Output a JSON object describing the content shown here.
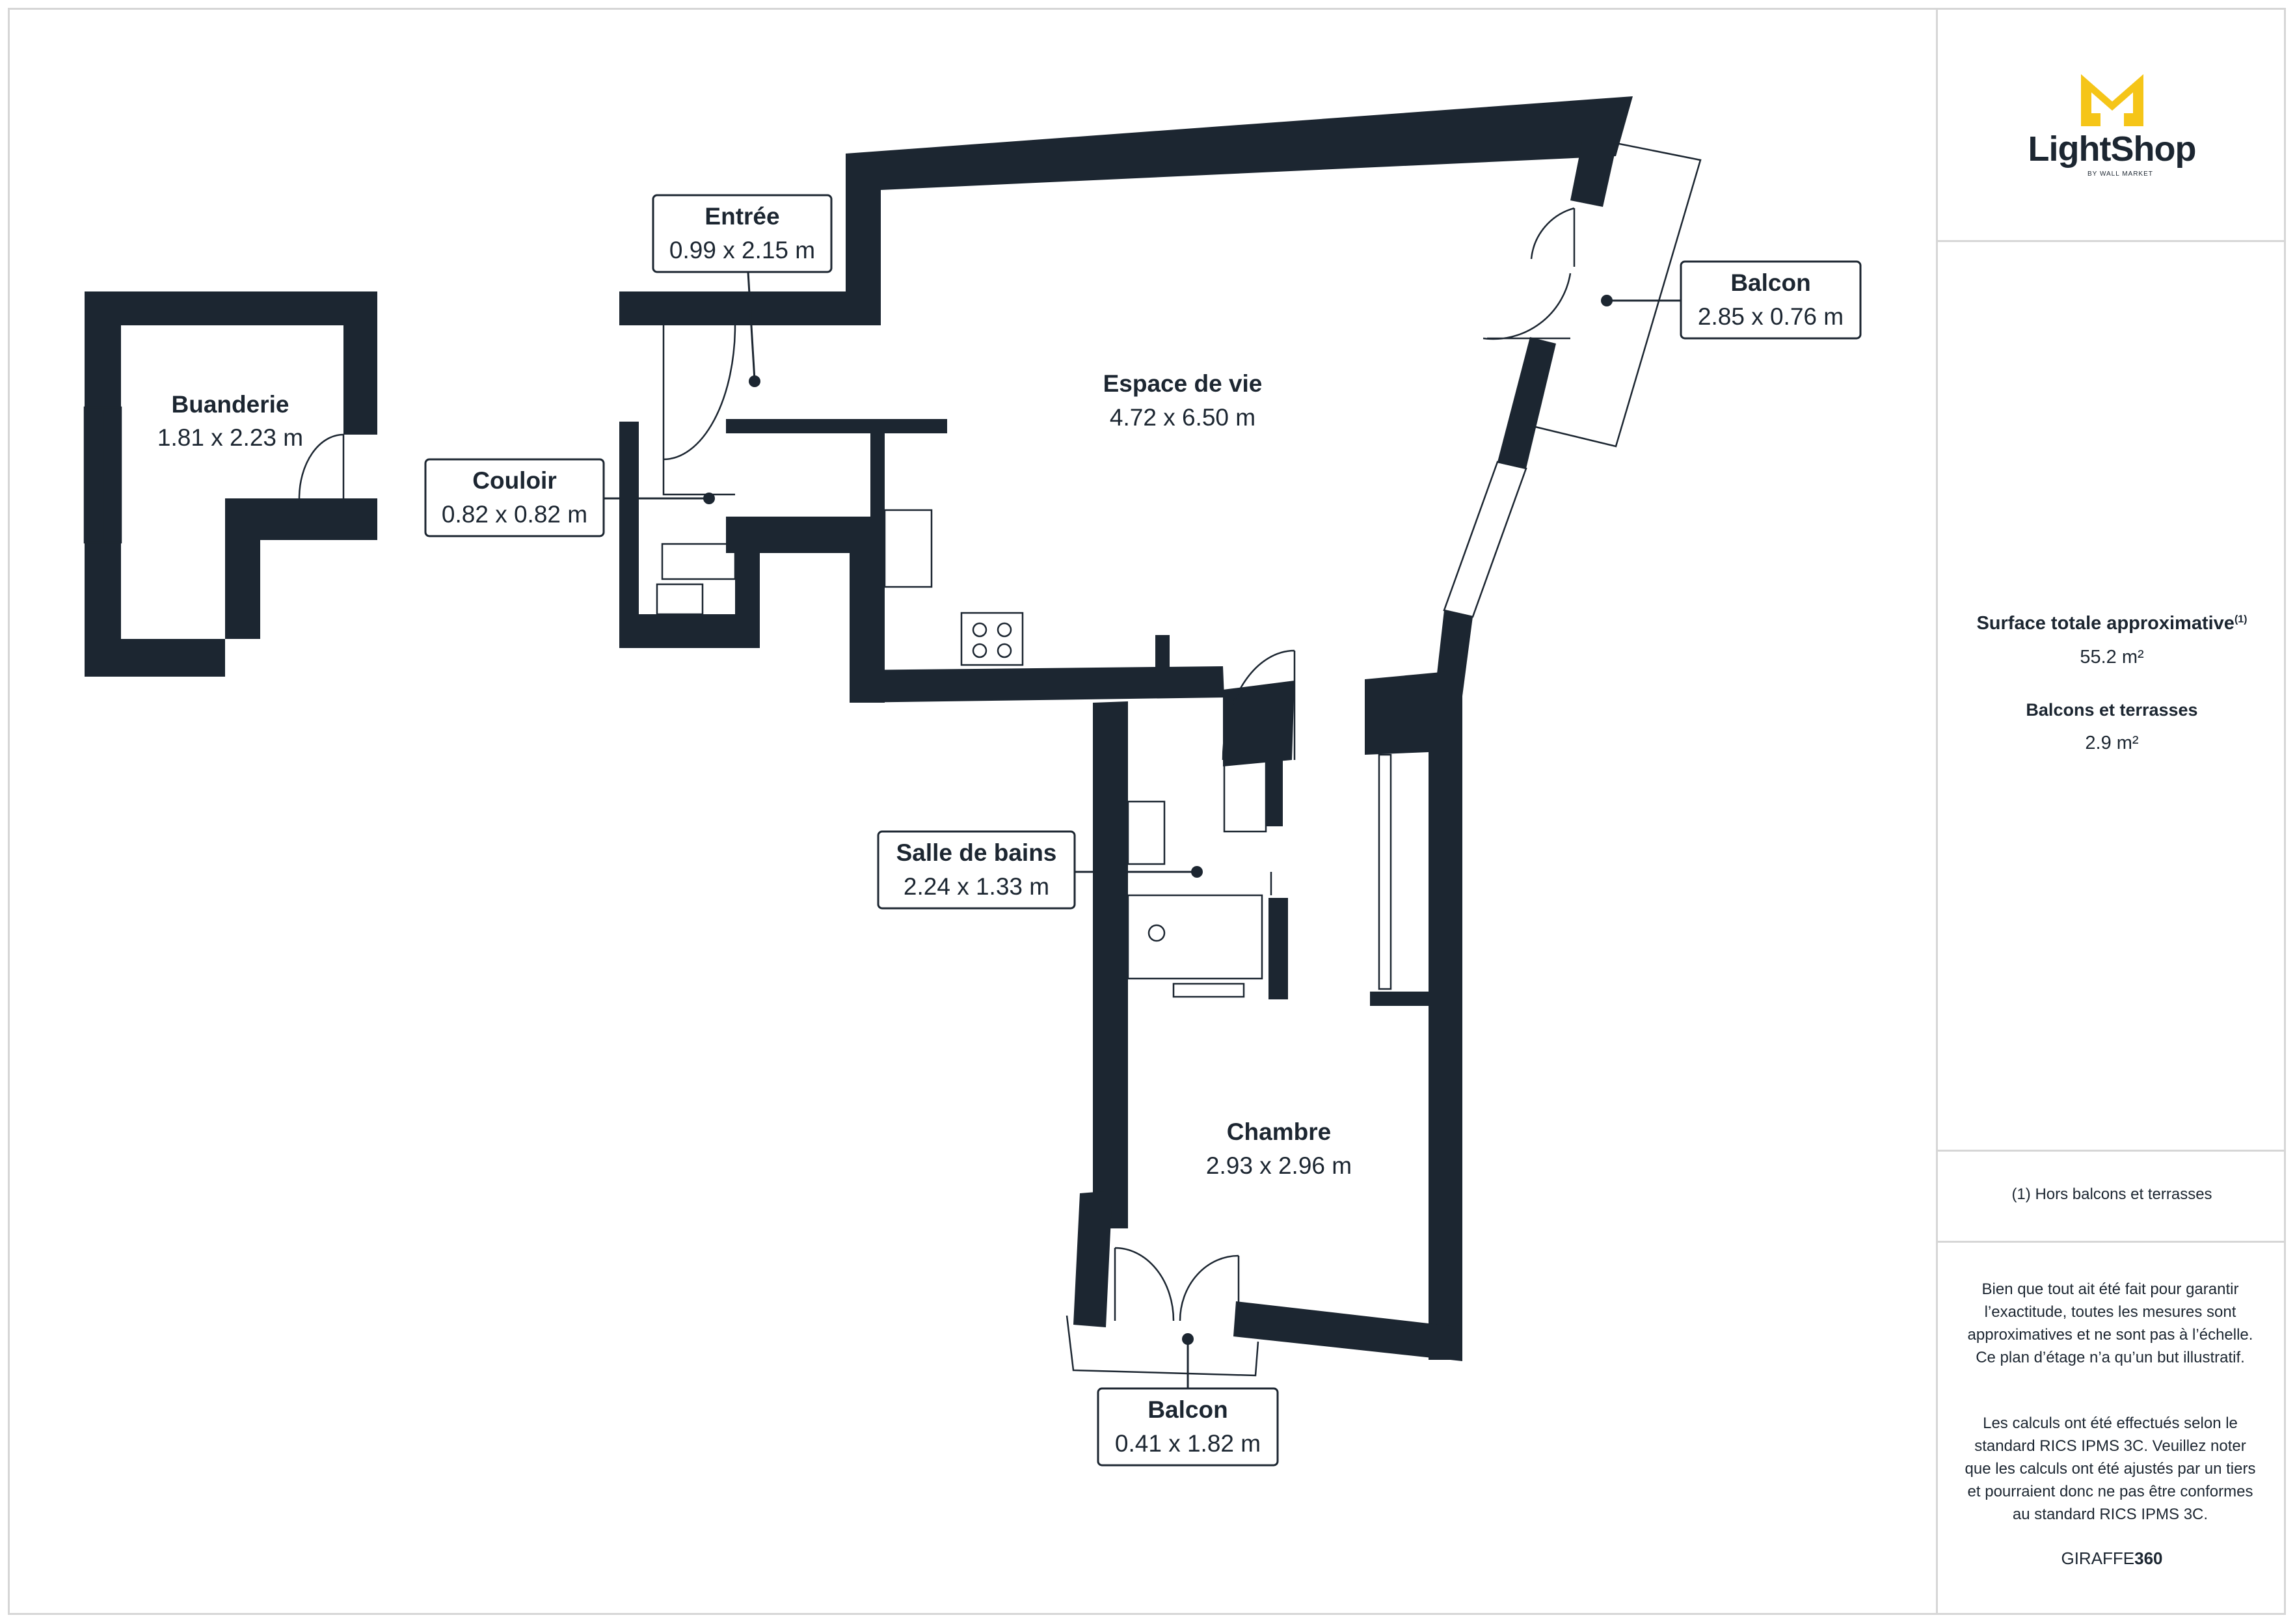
{
  "rooms": [
    {
      "name": "Entrée",
      "dims": "0.99 x 2.15 m"
    },
    {
      "name": "Buanderie",
      "dims": "1.81 x 2.23 m"
    },
    {
      "name": "Couloir",
      "dims": "0.82 x 0.82 m"
    },
    {
      "name": "Espace de vie",
      "dims": "4.72 x 6.50 m"
    },
    {
      "name": "Balcon",
      "dims": "2.85 x 0.76 m"
    },
    {
      "name": "Salle de bains",
      "dims": "2.24 x 1.33 m"
    },
    {
      "name": "Chambre",
      "dims": "2.93 x 2.96 m"
    },
    {
      "name": "Balcon",
      "dims": "0.41 x 1.82 m"
    }
  ],
  "sidebar": {
    "logo_text": "LightShop",
    "logo_sub": "BY WALL MARKET",
    "total_label": "Surface totale approximative",
    "total_note_mark": "(1)",
    "total_value": "55.2 m²",
    "balcony_label": "Balcons et terrasses",
    "balcony_value": "2.9 m²",
    "footnote": "(1) Hors balcons et terrasses",
    "disclaimer_1": "Bien que tout ait été fait pour garantir l’exactitude, toutes les mesures sont approximatives et ne sont pas à l’échelle. Ce plan d’étage n’a qu’un but illustratif.",
    "disclaimer_2": "Les calculs ont été effectués selon le standard RICS IPMS 3C. Veuillez noter que les calculs ont été ajustés par un tiers et pourraient donc ne pas être conformes au standard RICS IPMS 3C.",
    "brand_a": "GIRAFFE",
    "brand_b": "360"
  },
  "colors": {
    "wall": "#1c2631",
    "accent": "#f5c518",
    "border": "#d6d6d6"
  }
}
